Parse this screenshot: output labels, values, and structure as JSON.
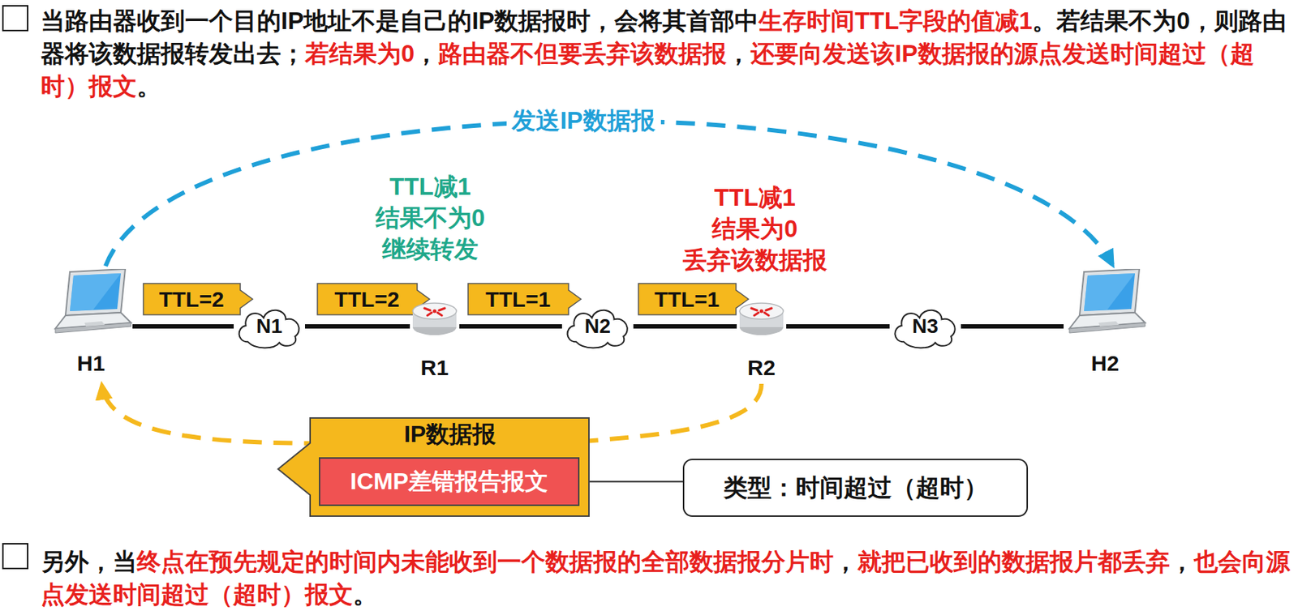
{
  "diagram": {
    "nodes": [
      {
        "text": [
          "TTL=2"
        ]
      },
      {
        "text": [
          "TTL=2"
        ]
      },
      {
        "text": [
          "TTL=1"
        ]
      },
      {
        "text": [
          "TTL=1"
        ]
      },
      {
        "text": [
          "H1"
        ]
      },
      {
        "text": [
          "N1"
        ]
      },
      {
        "text": [
          "R1"
        ]
      },
      {
        "text": [
          "N2"
        ]
      },
      {
        "text": [
          "R2"
        ]
      },
      {
        "text": [
          "N3"
        ]
      },
      {
        "text": [
          "H2"
        ]
      },
      {
        "text": [
          "IP数据报"
        ]
      },
      {
        "text": [
          "ICMP差错报告报文"
        ],
        "in": 11
      },
      {
        "text": [
          "类型：时间超过（超时）"
        ]
      }
    ],
    "edges": [
      {
        "from": 4,
        "to": 10,
        "arrow": "to",
        "label": "发送IP数据报"
      },
      {
        "from": 8,
        "to": 4,
        "arrow": "to"
      },
      {
        "from": 12,
        "to": 13,
        "arrow": "none"
      },
      {
        "from": 4,
        "to": 5,
        "arrow": "none"
      },
      {
        "from": 5,
        "to": 6,
        "arrow": "none"
      },
      {
        "from": 6,
        "to": 7,
        "arrow": "none"
      },
      {
        "from": 7,
        "to": 8,
        "arrow": "none"
      },
      {
        "from": 8,
        "to": 9,
        "arrow": "none"
      },
      {
        "from": 9,
        "to": 10,
        "arrow": "none"
      }
    ],
    "labels": [
      "当路由器收到一个目的IP地址不是自己的IP数据报时，会将其首部中",
      "生存时间TTL字段的值减1",
      "。若结果不为0，则路由器将该数据报转发出去；",
      "若结果为0",
      "，",
      "路由器不但要丢弃该数据报",
      "，",
      "还要向发送该IP数据报的源点发送时间超过（超时）报文",
      "。",
      "TTL减1",
      "结果不为0",
      "继续转发",
      "TTL减1",
      "结果为0",
      "丢弃该数据报",
      "另外，当",
      "终点在预先规定的时间内未能收到一个数据报的全部数据报分片时",
      "，",
      "就把已收到的数据报片都丢弃",
      "，",
      "也会向源点发送时间超过（超时）报文",
      "。"
    ]
  }
}
